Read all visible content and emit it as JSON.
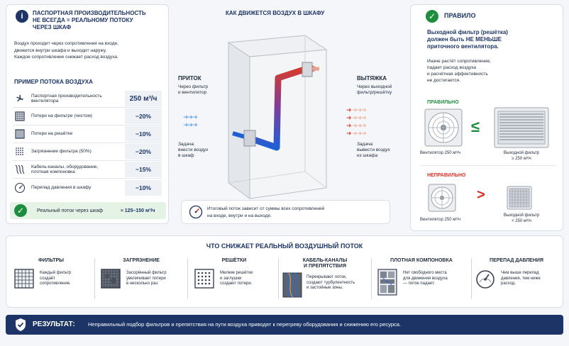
{
  "left_card": {
    "title": [
      "ПАСПОРТНАЯ ПРОИЗВОДИТЕЛЬНОСТЬ",
      "НЕ ВСЕГДА = РЕАЛЬНОМУ ПОТОКУ",
      "ЧЕРЕЗ ШКАФ"
    ],
    "text": [
      "Воздух проходит через сопротивления на входе,",
      "движется внутри шкафа и выходит наружу.",
      "Каждое сопротивление снижает расход воздуха."
    ],
    "example_title": "ПРИМЕР ПОТОКА ВОЗДУХА",
    "rows": [
      {
        "label": [
          "Паспортная производительность",
          "вентилятора"
        ],
        "value": "250 м³/ч",
        "icon": "fan-icon"
      },
      {
        "label": [
          "Потери на фильтре (чистом)"
        ],
        "value": "−20%",
        "icon": "filter-icon"
      },
      {
        "label": [
          "Потери на решётке"
        ],
        "value": "−10%",
        "icon": "grille-icon"
      },
      {
        "label": [
          "Загрязнение фильтра (50%)"
        ],
        "value": "−20%",
        "icon": "dirty-filter-icon"
      },
      {
        "label": [
          "Кабель-каналы, оборудование,",
          "плотная компоновка"
        ],
        "value": "−15%",
        "icon": "cables-icon"
      },
      {
        "label": [
          "Перепад давления в шкафу"
        ],
        "value": "−10%",
        "icon": "pressure-gauge-icon"
      }
    ],
    "result_label": "Реальный поток через шкаф",
    "result_value": "≈ 125–150 м³/ч"
  },
  "center": {
    "title": "КАК ДВИЖЕТСЯ ВОЗДУХ В ШКАФУ",
    "inflow_title": "ПРИТОК",
    "inflow_text": [
      "Через фильтр",
      "и вентилятор"
    ],
    "inflow_task": [
      "Задача:",
      "внести воздух",
      "в шкаф"
    ],
    "outflow_title": "ВЫТЯЖКА",
    "outflow_text": [
      "Через выходной",
      "фильтр/решётку"
    ],
    "outflow_task": [
      "Задача:",
      "вывести воздух",
      "из шкафа"
    ],
    "note": [
      "Итоговый поток зависит от суммы всех сопротивлений",
      "на входе, внутри и на выходе."
    ]
  },
  "right_card": {
    "title": "ПРАВИЛО",
    "rule": [
      "Выходной фильтр (решётка)",
      "должен быть НЕ МЕНЬШЕ",
      "приточного вентилятора."
    ],
    "rule_sub": [
      "Иначе растёт сопротивление,",
      "падает расход воздуха",
      "и расчётная эффективность",
      "не достигается."
    ],
    "correct_title": "ПРАВИЛЬНО",
    "correct_fan": "Вентилятор 250 м³/ч",
    "correct_filter": [
      "Выходной фильтр",
      "≥ 250 м³/ч"
    ],
    "correct_sign": "≤",
    "wrong_title": "НЕПРАВИЛЬНО",
    "wrong_fan": "Вентилятор 250 м³/ч",
    "wrong_filter": [
      "Выходной фильтр",
      "< 250 м³/ч"
    ],
    "wrong_sign": ">"
  },
  "bottom": {
    "title": "ЧТО СНИЖАЕТ РЕАЛЬНЫЙ ВОЗДУШНЫЙ ПОТОК",
    "items": [
      {
        "title": "ФИЛЬТРЫ",
        "text": [
          "Каждый фильтр",
          "создаёт",
          "сопротивление."
        ]
      },
      {
        "title": "ЗАГРЯЗНЕНИЕ",
        "text": [
          "Засорённый фильтр",
          "увеличивает потери",
          "в несколько раз."
        ]
      },
      {
        "title": "РЕШЁТКИ",
        "text": [
          "Мелкие решётки",
          "и заглушки",
          "создают потери."
        ]
      },
      {
        "title": "КАБЕЛЬ-КАНАЛЫ\nИ ПРЕПЯТСТВИЯ",
        "title1": "КАБЕЛЬ-КАНАЛЫ",
        "title2": "И ПРЕПЯТСТВИЯ",
        "text": [
          "Перекрывают поток,",
          "создают турбулентность",
          "и застойные зоны."
        ]
      },
      {
        "title": "ПЛОТНАЯ КОМПОНОВКА",
        "text": [
          "Нет свободного места",
          "для движения воздуха",
          "— поток падает."
        ]
      },
      {
        "title": "ПЕРЕПАД ДАВЛЕНИЯ",
        "text": [
          "Чем выше перепад",
          "давления, тем ниже",
          "расход."
        ]
      }
    ]
  },
  "footer": {
    "label": "РЕЗУЛЬТАТ:",
    "text": "Неправильный подбор фильтров и препятствия на пути воздуха приводят к перегреву оборудования и снижению его ресурса."
  },
  "colors": {
    "navy": "#1d3566",
    "green": "#1e8e3e",
    "red": "#d93025",
    "accent": "#e8735a"
  }
}
